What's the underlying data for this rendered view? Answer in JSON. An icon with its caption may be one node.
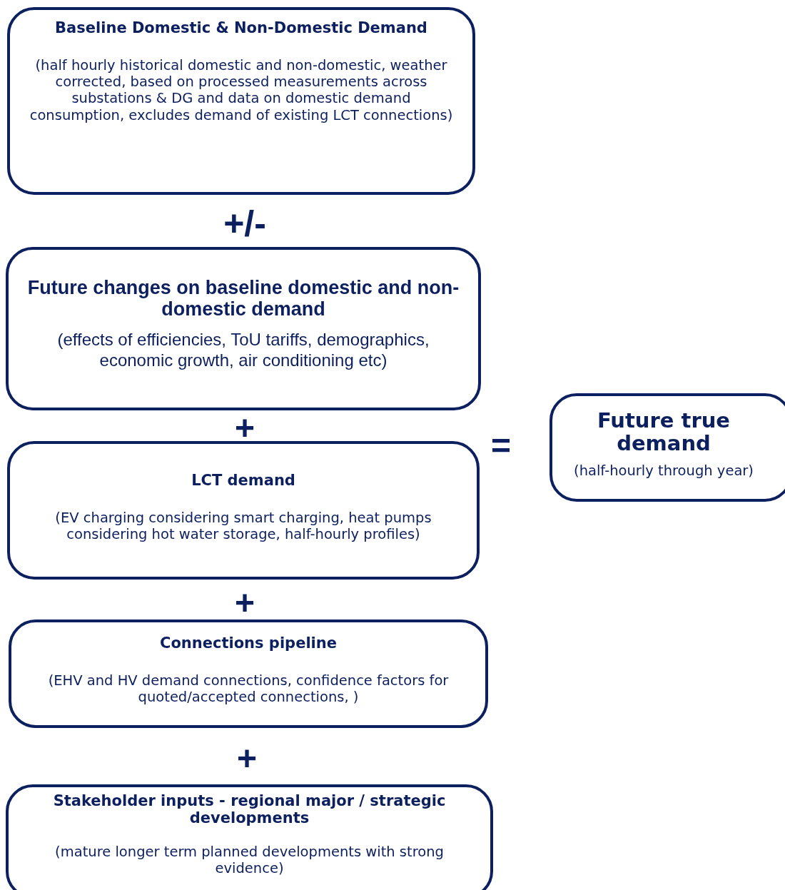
{
  "diagram": {
    "nodes": [
      {
        "text": [
          "Baseline Domestic & Non-Domestic Demand",
          "(half hourly historical domestic and non-domestic, weather corrected, based on processed measurements across substations & DG and data on domestic demand consumption, excludes demand of existing LCT connections)"
        ]
      },
      {
        "text": [
          "Future changes on baseline domestic and non-domestic demand",
          "(effects of efficiencies, ToU tariffs, demographics, economic growth, air conditioning etc)"
        ]
      },
      {
        "text": [
          "LCT demand",
          "(EV charging considering smart charging, heat pumps considering hot water storage, half-hourly profiles)"
        ]
      },
      {
        "text": [
          "Connections pipeline",
          "(EHV and HV demand connections, confidence factors for quoted/accepted connections, )"
        ]
      },
      {
        "text": [
          "Stakeholder inputs - regional major / strategic developments",
          "(mature longer term planned developments with strong evidence)"
        ]
      },
      {
        "text": [
          "Future true demand",
          "(half-hourly through year)"
        ]
      }
    ],
    "labels": [
      "+/-",
      "+",
      "=",
      "+",
      "+"
    ]
  }
}
